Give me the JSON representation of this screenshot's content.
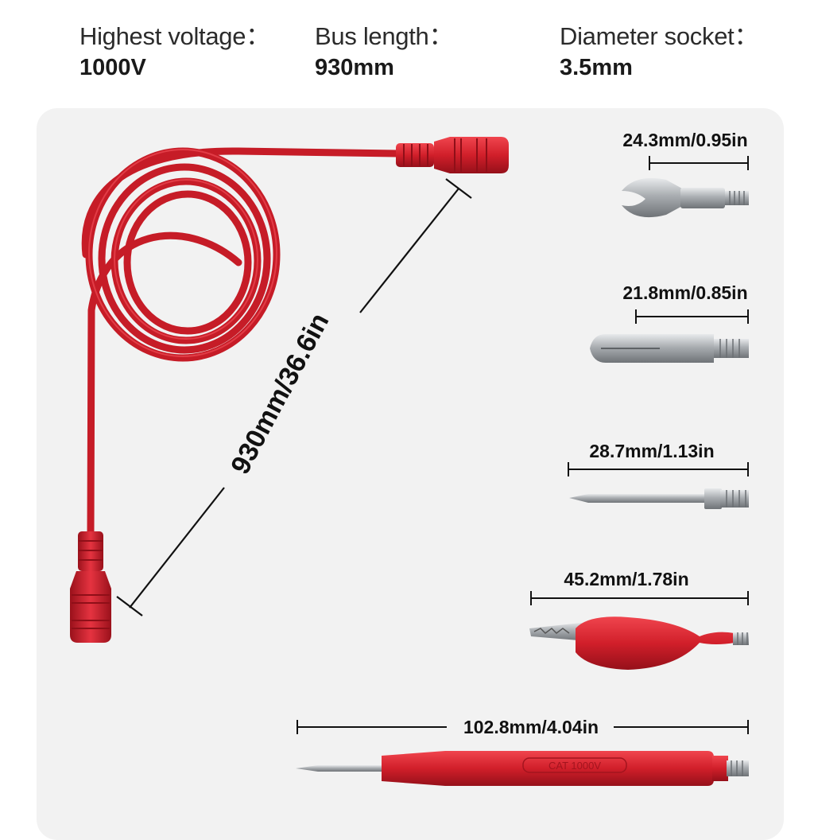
{
  "specs": {
    "voltage": {
      "label": "Highest voltage：",
      "value": "1000V"
    },
    "bus_length": {
      "label": "Bus length：",
      "value": "930mm"
    },
    "diameter": {
      "label": "Diameter socket：",
      "value": "3.5mm"
    }
  },
  "cable": {
    "length_label": "930mm/36.6in",
    "color": "#d9202b"
  },
  "accessories": [
    {
      "name": "spade-lug",
      "dimension": "24.3mm/0.95in"
    },
    {
      "name": "banana-pin",
      "dimension": "21.8mm/0.85in"
    },
    {
      "name": "needle-probe",
      "dimension": "28.7mm/1.13in"
    },
    {
      "name": "alligator-clip",
      "dimension": "45.2mm/1.78in"
    },
    {
      "name": "test-probe",
      "dimension": "102.8mm/4.04in"
    }
  ],
  "probe_marking": "CAT 1000V",
  "colors": {
    "accent_red": "#d9202b",
    "panel_bg": "#f2f2f2",
    "metal": "#b8bcc0"
  }
}
